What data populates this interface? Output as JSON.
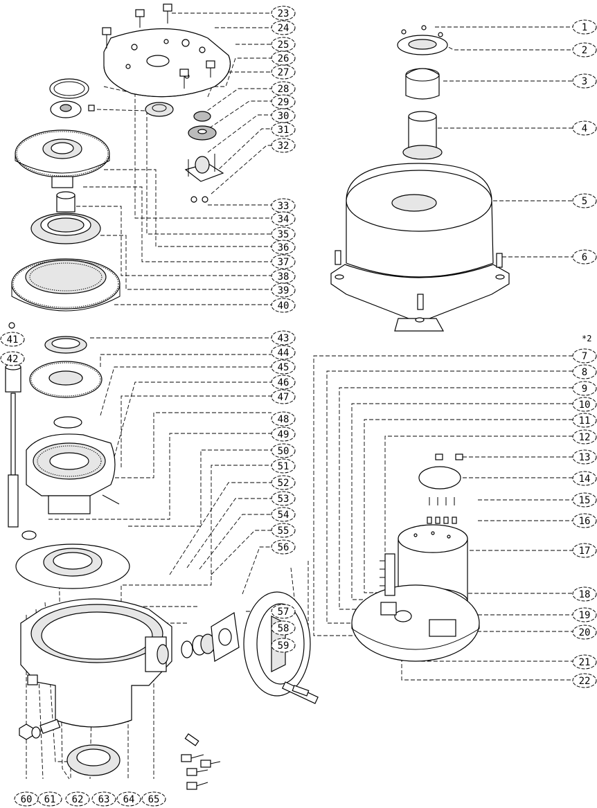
{
  "diagram": {
    "callouts": [
      {
        "id": "c1",
        "label": "1"
      },
      {
        "id": "c2",
        "label": "2"
      },
      {
        "id": "c3",
        "label": "3"
      },
      {
        "id": "c4",
        "label": "4"
      },
      {
        "id": "c5",
        "label": "5"
      },
      {
        "id": "c6",
        "label": "6"
      },
      {
        "id": "c7",
        "label": "7"
      },
      {
        "id": "c8",
        "label": "8"
      },
      {
        "id": "c9",
        "label": "9"
      },
      {
        "id": "c10",
        "label": "10"
      },
      {
        "id": "c11",
        "label": "11"
      },
      {
        "id": "c12",
        "label": "12"
      },
      {
        "id": "c13",
        "label": "13"
      },
      {
        "id": "c14",
        "label": "14"
      },
      {
        "id": "c15",
        "label": "15"
      },
      {
        "id": "c16",
        "label": "16"
      },
      {
        "id": "c17",
        "label": "17"
      },
      {
        "id": "c18",
        "label": "18"
      },
      {
        "id": "c19",
        "label": "19"
      },
      {
        "id": "c20",
        "label": "20"
      },
      {
        "id": "c21",
        "label": "21"
      },
      {
        "id": "c22",
        "label": "22"
      },
      {
        "id": "c23",
        "label": "23"
      },
      {
        "id": "c24",
        "label": "24"
      },
      {
        "id": "c25",
        "label": "25"
      },
      {
        "id": "c26",
        "label": "26"
      },
      {
        "id": "c27",
        "label": "27"
      },
      {
        "id": "c28",
        "label": "28"
      },
      {
        "id": "c29",
        "label": "29"
      },
      {
        "id": "c30",
        "label": "30"
      },
      {
        "id": "c31",
        "label": "31"
      },
      {
        "id": "c32",
        "label": "32"
      },
      {
        "id": "c33",
        "label": "33"
      },
      {
        "id": "c34",
        "label": "34"
      },
      {
        "id": "c35",
        "label": "35"
      },
      {
        "id": "c36",
        "label": "36"
      },
      {
        "id": "c37",
        "label": "37"
      },
      {
        "id": "c38",
        "label": "38"
      },
      {
        "id": "c39",
        "label": "39"
      },
      {
        "id": "c40",
        "label": "40"
      },
      {
        "id": "c41",
        "label": "41"
      },
      {
        "id": "c42",
        "label": "42"
      },
      {
        "id": "c43",
        "label": "43"
      },
      {
        "id": "c44",
        "label": "44"
      },
      {
        "id": "c45",
        "label": "45"
      },
      {
        "id": "c46",
        "label": "46"
      },
      {
        "id": "c47",
        "label": "47"
      },
      {
        "id": "c48",
        "label": "48"
      },
      {
        "id": "c49",
        "label": "49"
      },
      {
        "id": "c50",
        "label": "50"
      },
      {
        "id": "c51",
        "label": "51"
      },
      {
        "id": "c52",
        "label": "52"
      },
      {
        "id": "c53",
        "label": "53"
      },
      {
        "id": "c54",
        "label": "54"
      },
      {
        "id": "c55",
        "label": "55"
      },
      {
        "id": "c56",
        "label": "56"
      },
      {
        "id": "c57",
        "label": "57"
      },
      {
        "id": "c58",
        "label": "58"
      },
      {
        "id": "c59",
        "label": "59"
      },
      {
        "id": "c60",
        "label": "60"
      },
      {
        "id": "c61",
        "label": "61"
      },
      {
        "id": "c62",
        "label": "62"
      },
      {
        "id": "c63",
        "label": "63"
      },
      {
        "id": "c64",
        "label": "64"
      },
      {
        "id": "c65",
        "label": "65"
      }
    ],
    "note_43": "*2"
  }
}
